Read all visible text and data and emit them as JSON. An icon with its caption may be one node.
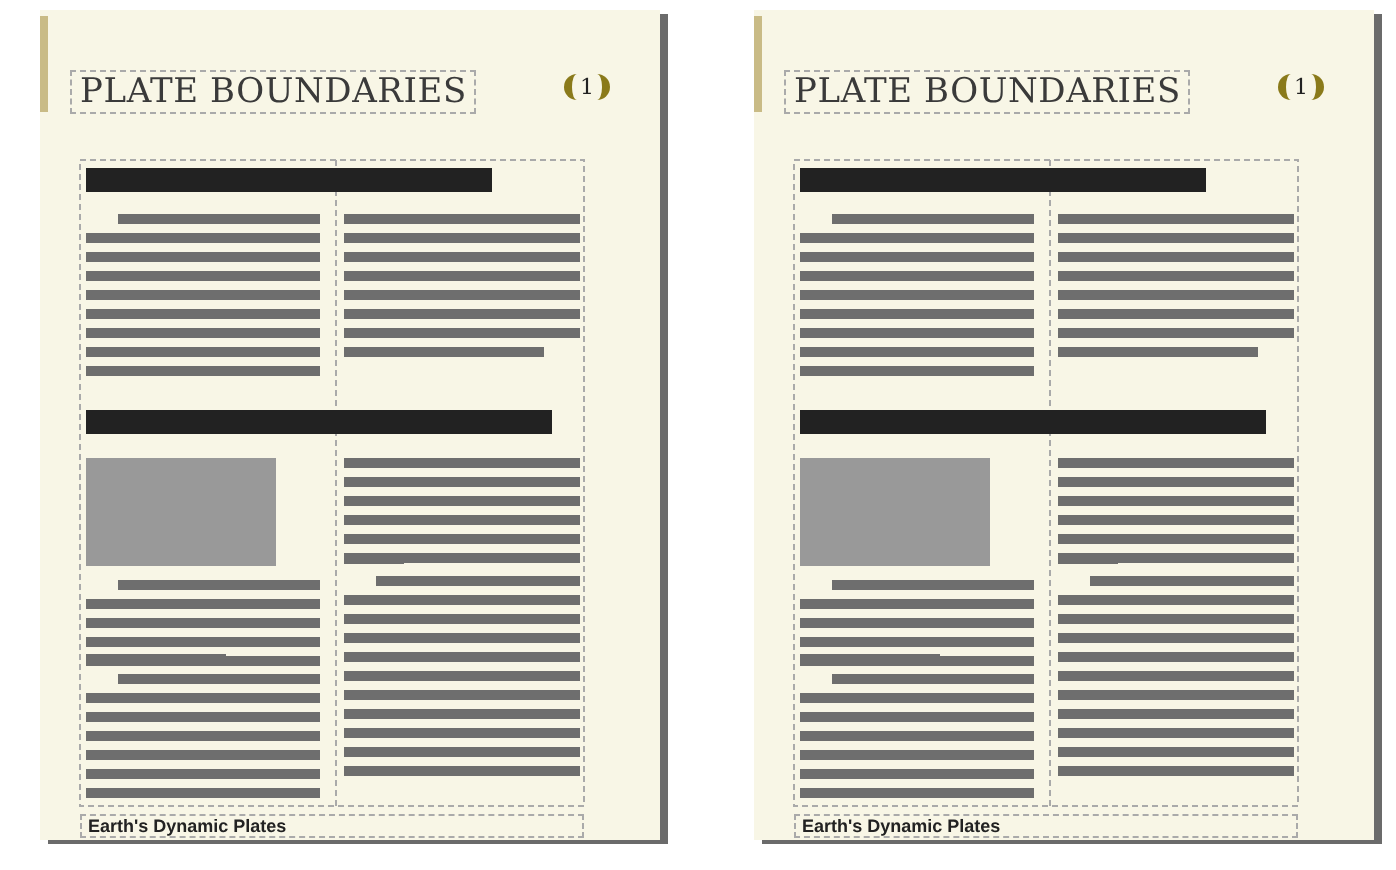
{
  "diagram": {
    "labels": [
      "PLATE BOUNDARIES",
      "1",
      "Earth's Dynamic Plates",
      "PLATE BOUNDARIES",
      "1",
      "Earth's Dynamic Plates"
    ]
  }
}
